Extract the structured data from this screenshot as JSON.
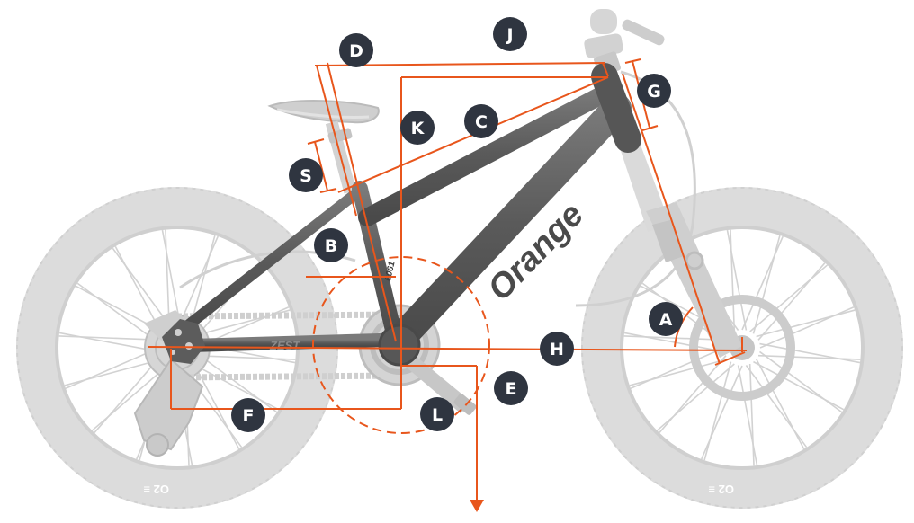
{
  "colors": {
    "accent": "#e8561c",
    "badge": "#2f3540",
    "frame": "#5e5e5e",
    "components": "#c9c9c9",
    "background": "#ffffff"
  },
  "frame_text": {
    "brand": "Orange",
    "model": "ZEST",
    "tubing": "6061"
  },
  "rim_text": {
    "rear": "O2 ≡",
    "front": "O2 ≡"
  },
  "dimension_labels": {
    "A": "A",
    "B": "B",
    "C": "C",
    "D": "D",
    "E": "E",
    "F": "F",
    "G": "G",
    "H": "H",
    "J": "J",
    "K": "K",
    "L": "L",
    "S": "S"
  }
}
